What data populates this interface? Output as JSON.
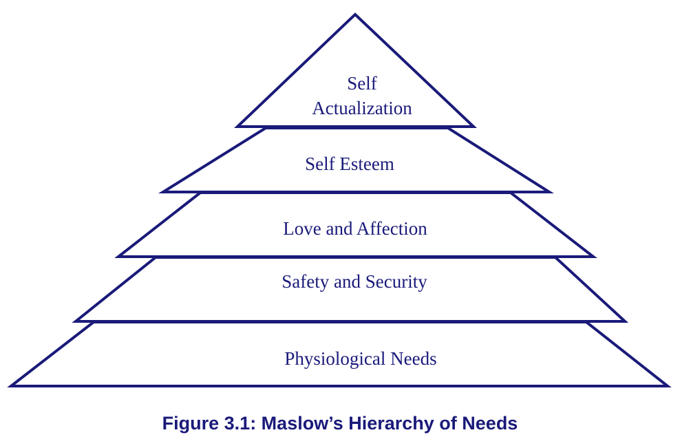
{
  "diagram": {
    "type": "pyramid",
    "accent_color": "#1a1a7a",
    "tiers": [
      {
        "label_lines": [
          "Self",
          "Actualization"
        ]
      },
      {
        "label_lines": [
          "Self Esteem"
        ]
      },
      {
        "label_lines": [
          "Love and Affection"
        ]
      },
      {
        "label_lines": [
          "Safety and Security"
        ]
      },
      {
        "label_lines": [
          "Physiological Needs"
        ]
      }
    ],
    "caption": "Figure 3.1: Maslow’s Hierarchy of Needs"
  }
}
